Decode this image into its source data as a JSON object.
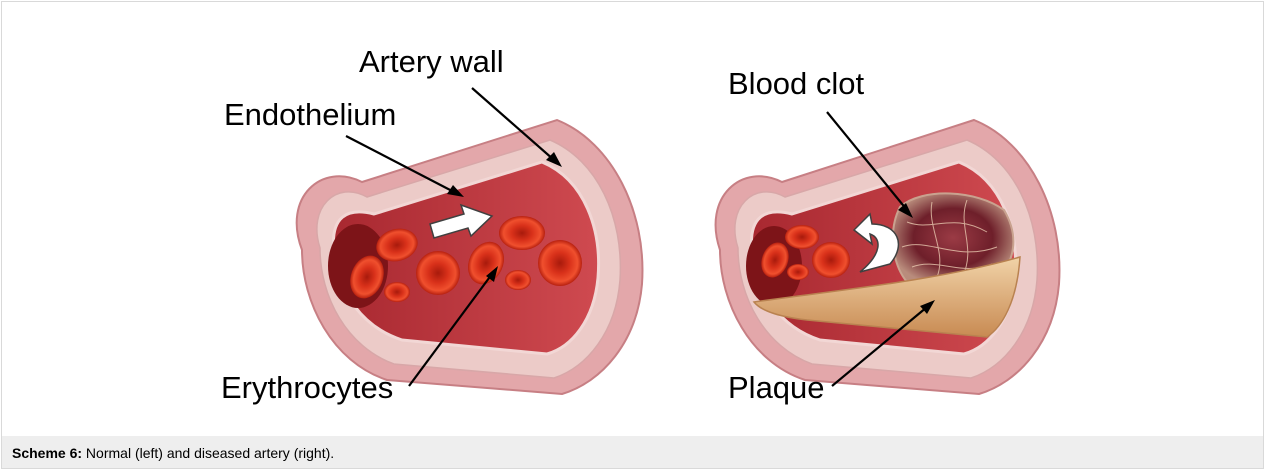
{
  "labels": {
    "artery_wall": "Artery wall",
    "endothelium": "Endothelium",
    "erythrocytes": "Erythrocytes",
    "blood_clot": "Blood clot",
    "plaque": "Plaque"
  },
  "caption": {
    "prefix": "Scheme 6:",
    "text": " Normal (left) and diseased artery (right)."
  },
  "colors": {
    "outer_wall": "#e3a7aa",
    "wall_layer": "#eccbc8",
    "lumen": "#c03840",
    "lumen_dark": "#7d1418",
    "erythrocyte": "#e0361c",
    "plaque": "#d9a06a",
    "clot": "#7d2a36"
  }
}
